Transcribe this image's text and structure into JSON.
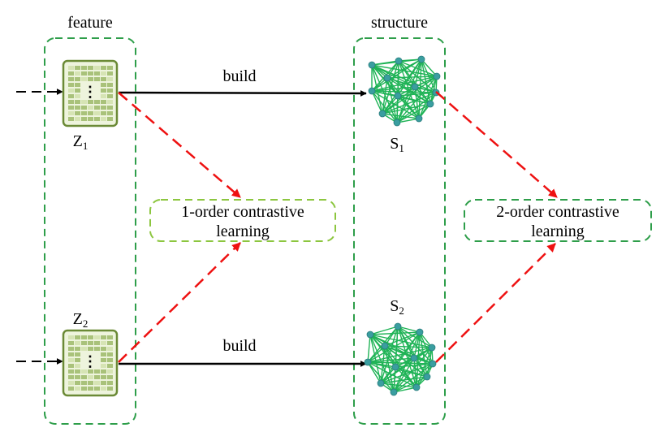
{
  "labels": {
    "feature": "feature",
    "structure": "structure",
    "build_top": "build",
    "build_bottom": "build",
    "z1": "Z",
    "z1_sub": "1",
    "z2": "Z",
    "z2_sub": "2",
    "s1": "S",
    "s1_sub": "1",
    "s2": "S",
    "s2_sub": "2",
    "first_order_line1": "1-order contrastive",
    "first_order_line2": "learning",
    "second_order_line1": "2-order contrastive",
    "second_order_line2": "learning",
    "ellipsis": "⋮"
  },
  "colors": {
    "group_border": "#2e9e4a",
    "first_order_border": "#8cc63f",
    "second_order_border": "#2e9e4a",
    "matrix_border": "#6b8a36",
    "matrix_bg": "#eef4dd",
    "matrix_cell_dark": "#a9c27a",
    "matrix_cell_light": "#d6e4b4",
    "graph_edge": "#1fb356",
    "graph_node": "#3a9ea0",
    "build_arrow": "#000000",
    "contrast_arrow": "#ee1111"
  }
}
